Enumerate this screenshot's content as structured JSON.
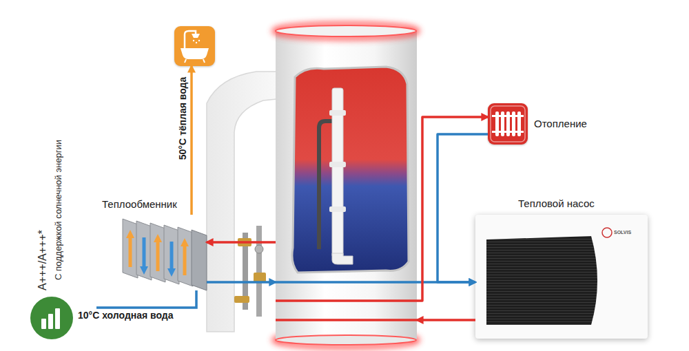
{
  "diagram": {
    "nodes": [
      {
        "text": [
          "50°C тёплая вода"
        ]
      },
      {
        "text": []
      },
      {
        "text": [
          "Отопление"
        ]
      },
      {
        "text": [
          "Теплообменник"
        ]
      },
      {
        "text": [
          "Тепловой насос"
        ]
      }
    ],
    "edges": [
      {
        "from": 3,
        "to": 0,
        "arrow": "to"
      },
      {
        "from": 1,
        "to": 3,
        "arrow": "to"
      },
      {
        "from": 3,
        "to": 1,
        "arrow": "to"
      },
      {
        "from": 1,
        "to": 4,
        "arrow": "to"
      },
      {
        "from": 4,
        "to": 1,
        "arrow": "to"
      },
      {
        "from": 1,
        "to": 2,
        "arrow": "to"
      },
      {
        "from": 2,
        "to": 4,
        "arrow": "to"
      }
    ],
    "labels": [
      "A+++/A+++*",
      "С поддержкой солнечной энергии",
      "10°C холодная вода",
      "SOLVIS"
    ]
  }
}
